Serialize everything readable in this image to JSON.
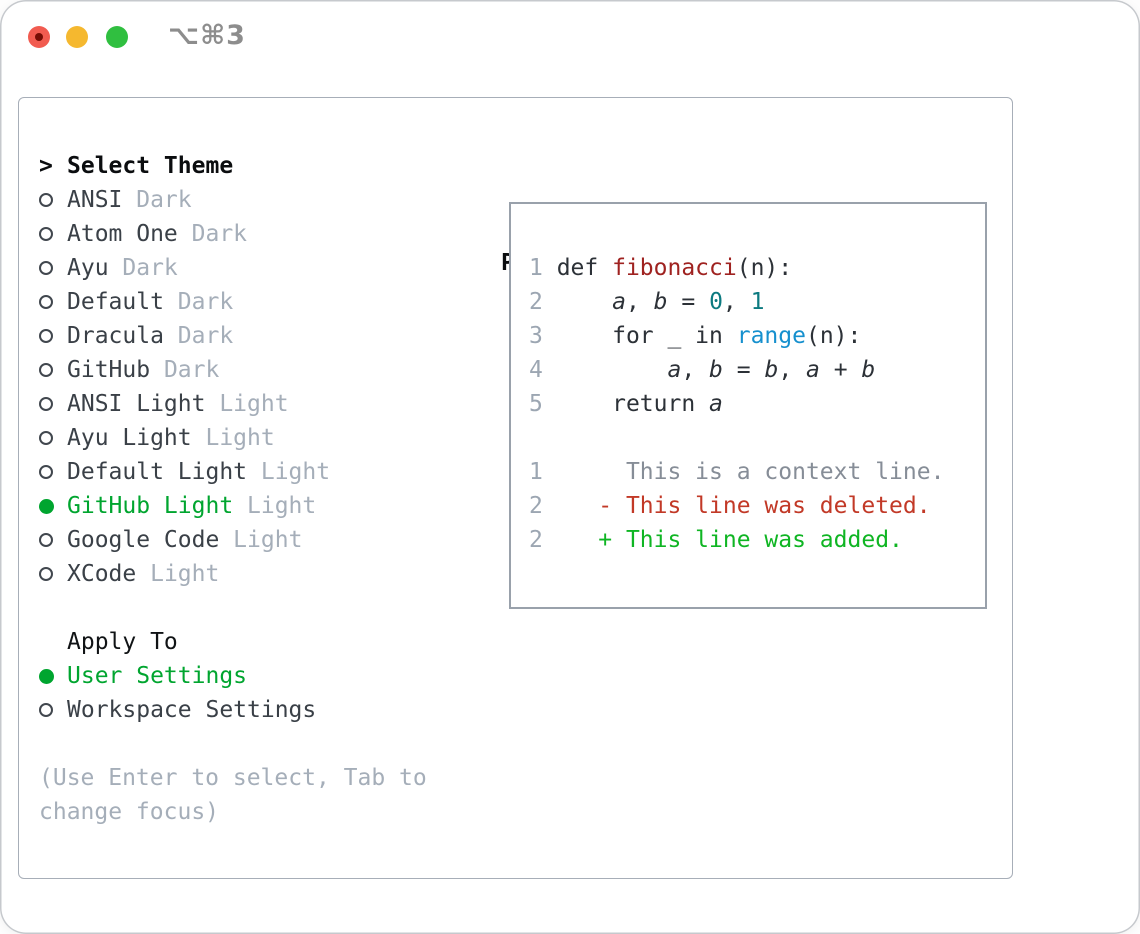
{
  "window": {
    "title": "⌥⌘3",
    "traffic_lights": [
      "close",
      "minimize",
      "zoom"
    ]
  },
  "theme_panel": {
    "prompt": ">",
    "heading": "Select Theme",
    "themes": [
      {
        "name": "ANSI",
        "variant": "Dark",
        "selected": false
      },
      {
        "name": "Atom One",
        "variant": "Dark",
        "selected": false
      },
      {
        "name": "Ayu",
        "variant": "Dark",
        "selected": false
      },
      {
        "name": "Default",
        "variant": "Dark",
        "selected": false
      },
      {
        "name": "Dracula",
        "variant": "Dark",
        "selected": false
      },
      {
        "name": "GitHub",
        "variant": "Dark",
        "selected": false
      },
      {
        "name": "ANSI Light",
        "variant": "Light",
        "selected": false
      },
      {
        "name": "Ayu Light",
        "variant": "Light",
        "selected": false
      },
      {
        "name": "Default Light",
        "variant": "Light",
        "selected": false
      },
      {
        "name": "GitHub Light",
        "variant": "Light",
        "selected": true
      },
      {
        "name": "Google Code",
        "variant": "Light",
        "selected": false
      },
      {
        "name": "XCode",
        "variant": "Light",
        "selected": false
      }
    ],
    "apply_to": {
      "heading": "Apply To",
      "options": [
        {
          "label": "User Settings",
          "selected": true
        },
        {
          "label": "Workspace Settings",
          "selected": false
        }
      ]
    },
    "hint_lines": [
      "(Use Enter to select, Tab to",
      "change focus)"
    ]
  },
  "preview": {
    "heading": "Preview",
    "lines": [
      {
        "num": "1",
        "segs": [
          {
            "t": "def ",
            "c": "code"
          },
          {
            "t": "fibonacci",
            "c": "func"
          },
          {
            "t": "(n):",
            "c": "code"
          }
        ]
      },
      {
        "num": "2",
        "segs": [
          {
            "t": "    ",
            "c": "code"
          },
          {
            "t": "a",
            "c": "var"
          },
          {
            "t": ", ",
            "c": "code"
          },
          {
            "t": "b",
            "c": "var"
          },
          {
            "t": " = ",
            "c": "code"
          },
          {
            "t": "0",
            "c": "num"
          },
          {
            "t": ", ",
            "c": "code"
          },
          {
            "t": "1",
            "c": "num"
          }
        ]
      },
      {
        "num": "3",
        "segs": [
          {
            "t": "    for _ in ",
            "c": "code"
          },
          {
            "t": "range",
            "c": "builtin"
          },
          {
            "t": "(n):",
            "c": "code"
          }
        ]
      },
      {
        "num": "4",
        "segs": [
          {
            "t": "        ",
            "c": "code"
          },
          {
            "t": "a",
            "c": "var"
          },
          {
            "t": ", ",
            "c": "code"
          },
          {
            "t": "b",
            "c": "var"
          },
          {
            "t": " = ",
            "c": "code"
          },
          {
            "t": "b",
            "c": "var"
          },
          {
            "t": ", ",
            "c": "code"
          },
          {
            "t": "a",
            "c": "var"
          },
          {
            "t": " + ",
            "c": "code"
          },
          {
            "t": "b",
            "c": "var"
          }
        ]
      },
      {
        "num": "5",
        "segs": [
          {
            "t": "    return ",
            "c": "code"
          },
          {
            "t": "a",
            "c": "var"
          }
        ]
      },
      {
        "num": "",
        "segs": []
      },
      {
        "num": "1",
        "segs": [
          {
            "t": "     This is a context line.",
            "c": "context"
          }
        ]
      },
      {
        "num": "2",
        "segs": [
          {
            "t": "   - This line was deleted.",
            "c": "deleted"
          }
        ]
      },
      {
        "num": "2",
        "segs": [
          {
            "t": "   + This line was added.",
            "c": "added"
          }
        ]
      }
    ]
  },
  "colors": {
    "selected_green": "#00a52f",
    "added_green": "#0fb523",
    "deleted_red": "#c23927",
    "context_gray": "#868d97",
    "muted_gray": "#a5aeb9",
    "function_red": "#9f2220",
    "number_teal": "#0c7a80",
    "builtin_blue": "#1690ce",
    "gutter_gray": "#9ca6b2",
    "panel_border": "#a7aeb8",
    "traffic_red": "#f15b50",
    "traffic_yellow": "#f5b82f",
    "traffic_green": "#30bf40",
    "title_gray": "#8d8d8d"
  }
}
